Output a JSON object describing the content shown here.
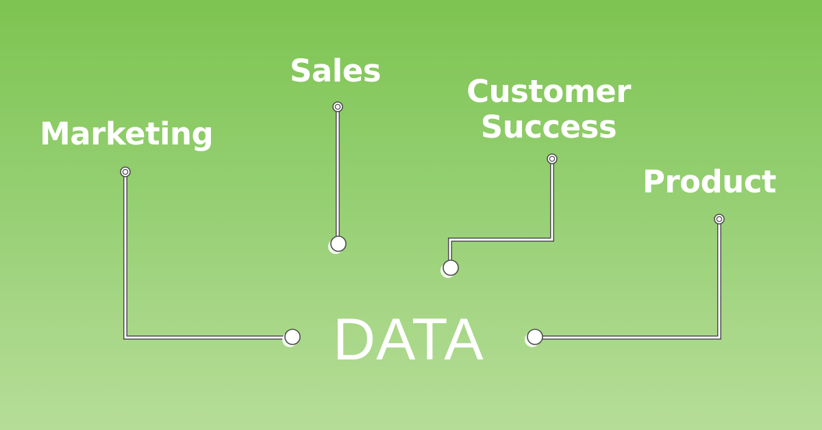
{
  "labels": {
    "marketing": "Marketing",
    "sales": "Sales",
    "customer_success_line1": "Customer",
    "customer_success_line2": "Success",
    "product": "Product",
    "center": "DATA"
  },
  "colors": {
    "background_top": "#7dc451",
    "background_bottom": "#b6dd98",
    "wire": "#ffffff",
    "wire_outline": "#4a4a4a",
    "text": "#ffffff"
  }
}
